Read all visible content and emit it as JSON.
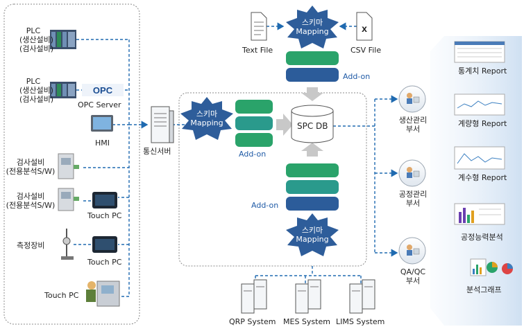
{
  "equipment": {
    "plc1": [
      "PLC",
      "(생산설비)",
      "(검사설비)"
    ],
    "plc2": [
      "PLC",
      "(생산설비)",
      "(검사설비)"
    ],
    "opc_server": "OPC Server",
    "hmi": "HMI",
    "inspect1": [
      "검사설비",
      "(전용분석S/W)"
    ],
    "inspect2": [
      "검사설비",
      "(전용분석S/W)"
    ],
    "touch_pc_1": "Touch PC",
    "measure": "측정장비",
    "touch_pc_2": "Touch PC",
    "touch_pc_3": "Touch PC"
  },
  "server": "통신서버",
  "files": {
    "text": "Text File",
    "csv": "CSV File"
  },
  "mapping": {
    "line1": "스키마",
    "line2": "Mapping"
  },
  "addon": "Add-on",
  "db": "SPC DB",
  "systems": [
    "QRP System",
    "MES System",
    "LIMS System"
  ],
  "departments": [
    [
      "생산관리",
      "부서"
    ],
    [
      "공정관리",
      "부서"
    ],
    [
      "QA/QC",
      "부서"
    ]
  ],
  "reports": [
    "통계치 Report",
    "계량형 Report",
    "계수형 Report",
    "공정능력분석",
    "분석그래프"
  ],
  "colors": {
    "dash": "#1f6ab0",
    "star": "#2e5d9a",
    "green": "#2aa36a",
    "teal": "#2a9a8c",
    "navy": "#2c5c9a"
  }
}
